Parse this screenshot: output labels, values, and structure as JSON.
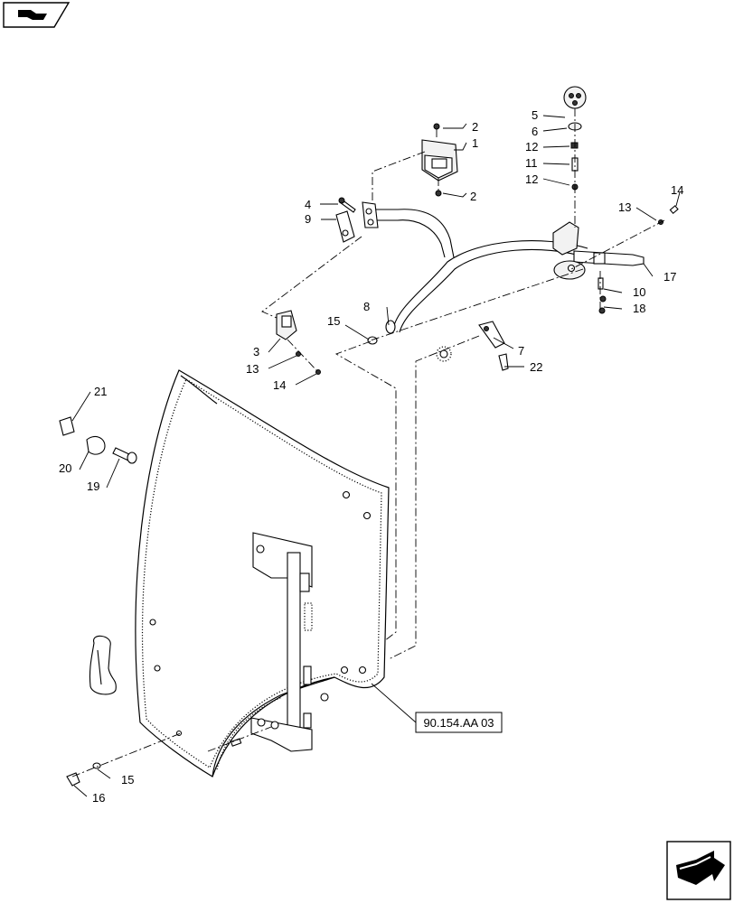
{
  "reference": {
    "label": "90.154.AA 03"
  },
  "callouts": [
    {
      "n": "1"
    },
    {
      "n": "2"
    },
    {
      "n": "2"
    },
    {
      "n": "3"
    },
    {
      "n": "4"
    },
    {
      "n": "5"
    },
    {
      "n": "6"
    },
    {
      "n": "7"
    },
    {
      "n": "8"
    },
    {
      "n": "9"
    },
    {
      "n": "10"
    },
    {
      "n": "11"
    },
    {
      "n": "12"
    },
    {
      "n": "12"
    },
    {
      "n": "13"
    },
    {
      "n": "13"
    },
    {
      "n": "14"
    },
    {
      "n": "14"
    },
    {
      "n": "15"
    },
    {
      "n": "15"
    },
    {
      "n": "16"
    },
    {
      "n": "17"
    },
    {
      "n": "18"
    },
    {
      "n": "19"
    },
    {
      "n": "20"
    },
    {
      "n": "21"
    },
    {
      "n": "22"
    }
  ],
  "icons": {
    "top_left": "book-nav-icon",
    "bottom_right": "next-page-arrow-icon"
  }
}
